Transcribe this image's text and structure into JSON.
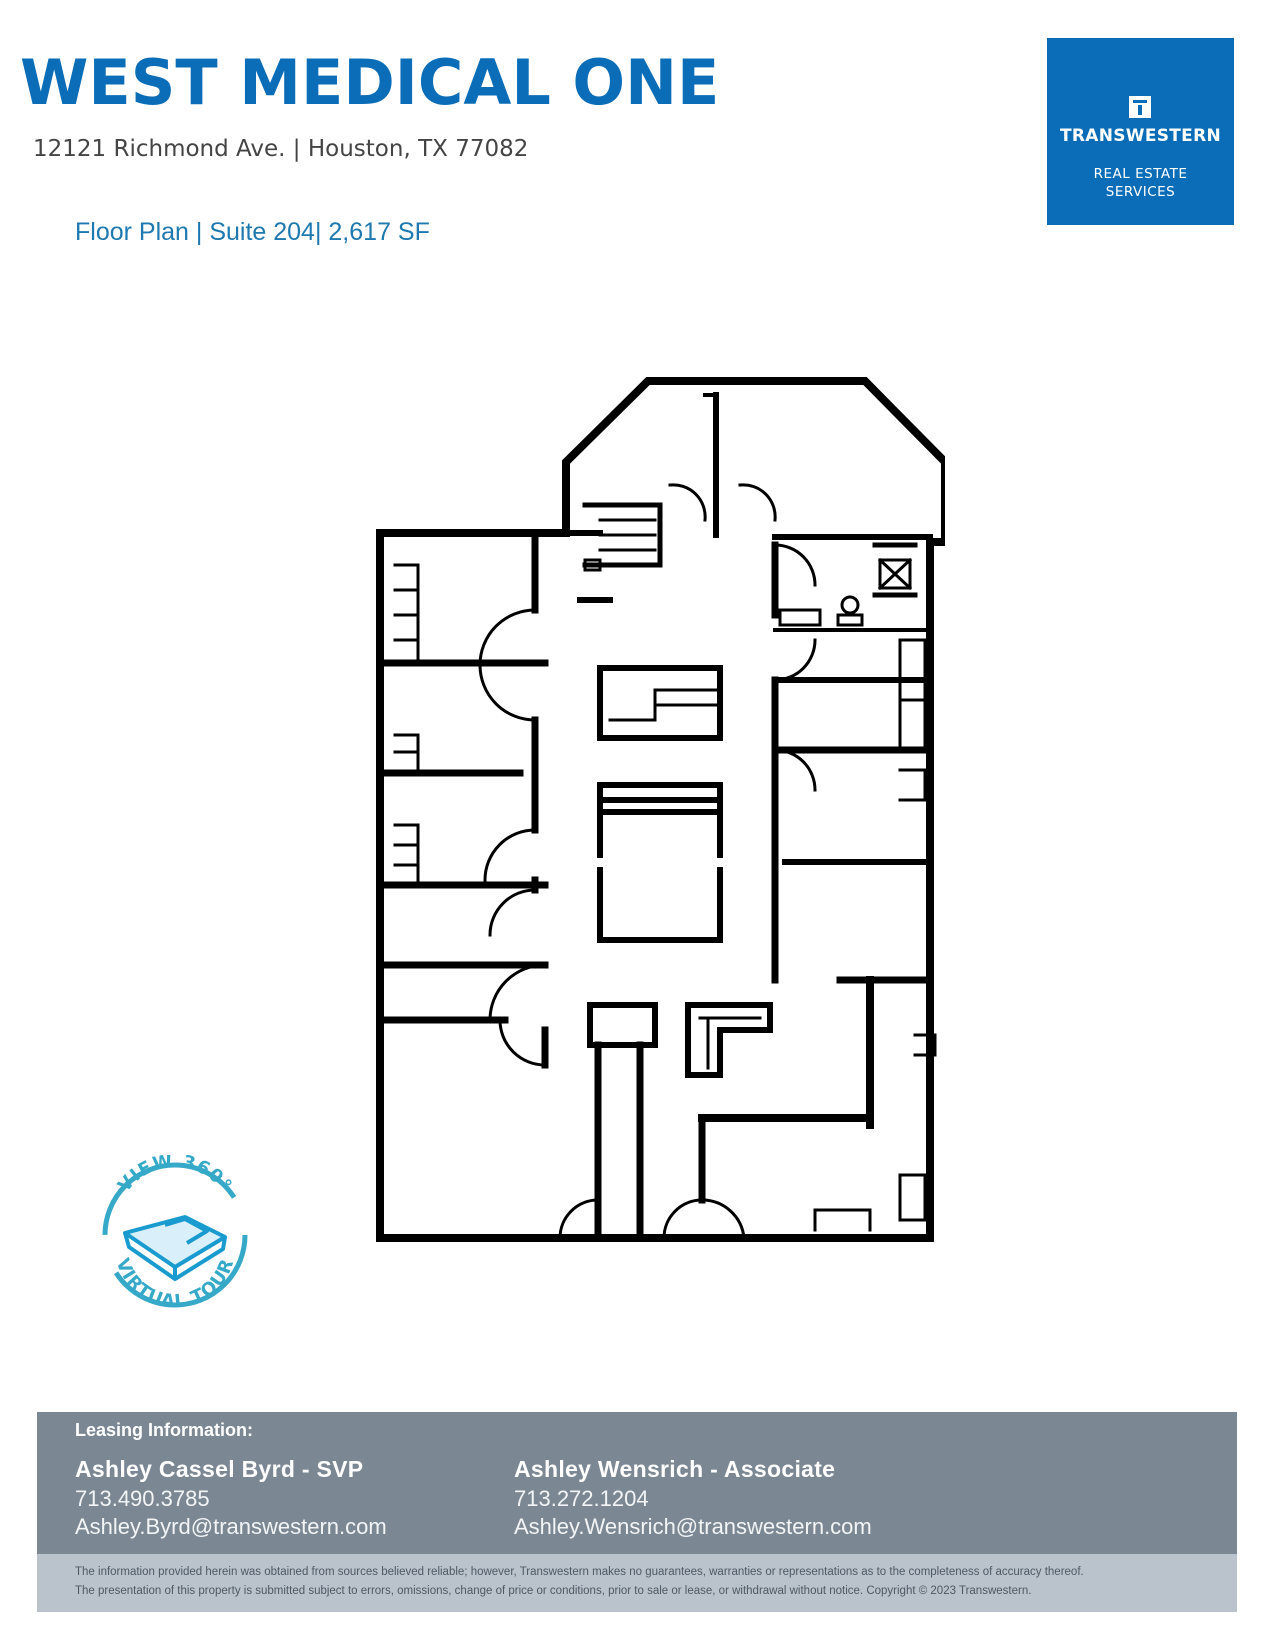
{
  "header": {
    "title": "WEST MEDICAL ONE",
    "address": "12121 Richmond Ave. | Houston, TX 77082",
    "subtitle": "Floor Plan | Suite 204| 2,617 SF"
  },
  "logo": {
    "name": "TRANSWESTERN",
    "line1": "REAL ESTATE",
    "line2": "SERVICES",
    "icon": "transwestern-t-icon",
    "color": "#0b6db7"
  },
  "floor_plan": {
    "icon": "floor-plan"
  },
  "virtual_tour": {
    "top_text": "VIEW 360°",
    "bottom_text": "VIRTUAL TOUR",
    "icon": "3d-room-icon",
    "color": "#36a9c9"
  },
  "leasing": {
    "heading": "Leasing Information:",
    "agents": [
      {
        "name": "Ashley Cassel Byrd - SVP",
        "phone": "713.490.3785",
        "email": "Ashley.Byrd@transwestern.com"
      },
      {
        "name": "Ashley  Wensrich - Associate",
        "phone": "713.272.1204",
        "email": "Ashley.Wensrich@transwestern.com"
      }
    ],
    "color": "#7b8893"
  },
  "disclaimer": {
    "line1": "The information provided herein was obtained from sources believed reliable; however, Transwestern makes no guarantees, warranties or representations as to the completeness of accuracy thereof.",
    "line2": "The presentation of this property is submitted subject to errors, omissions, change of price or conditions, prior to sale or lease, or withdrawal without notice. Copyright © 2023 Transwestern."
  }
}
